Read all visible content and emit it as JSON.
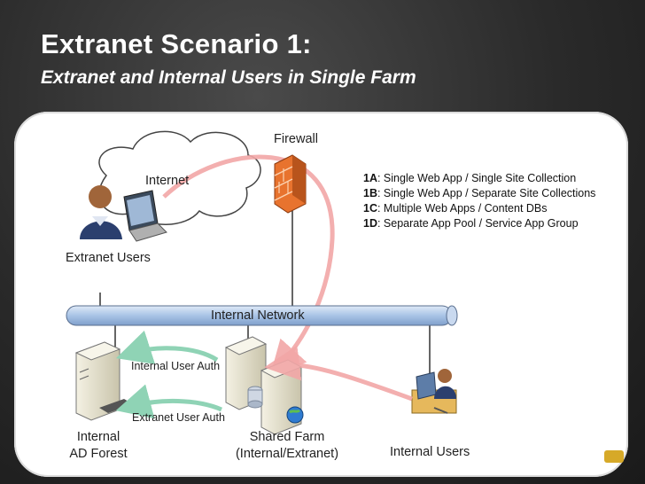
{
  "slide": {
    "title": "Extranet Scenario 1:",
    "subtitle": "Extranet and Internal Users in Single Farm"
  },
  "diagram": {
    "internet_label": "Internet",
    "extranet_users_label": "Extranet Users",
    "firewall_label": "Firewall",
    "internal_network_label": "Internal Network",
    "internal_user_auth_label": "Internal User Auth",
    "extranet_user_auth_label": "Extranet User Auth",
    "ad_forest_line1": "Internal",
    "ad_forest_line2": "AD Forest",
    "shared_farm_line1": "Shared Farm",
    "shared_farm_line2": "(Internal/Extranet)",
    "internal_users_label": "Internal Users"
  },
  "legend": [
    {
      "code": "1A",
      "text": ": Single Web App / Single Site Collection"
    },
    {
      "code": "1B",
      "text": ": Single Web App / Separate Site Collections"
    },
    {
      "code": "1C",
      "text": ": Multiple Web Apps / Content DBs"
    },
    {
      "code": "1D",
      "text": ": Separate App Pool / Service App Group"
    }
  ],
  "colors": {
    "network_bar": "#a9c4e6",
    "firewall": "#e8732e",
    "red_arrow": "#f2a7a7",
    "green_arrow": "#8fd3b5"
  }
}
